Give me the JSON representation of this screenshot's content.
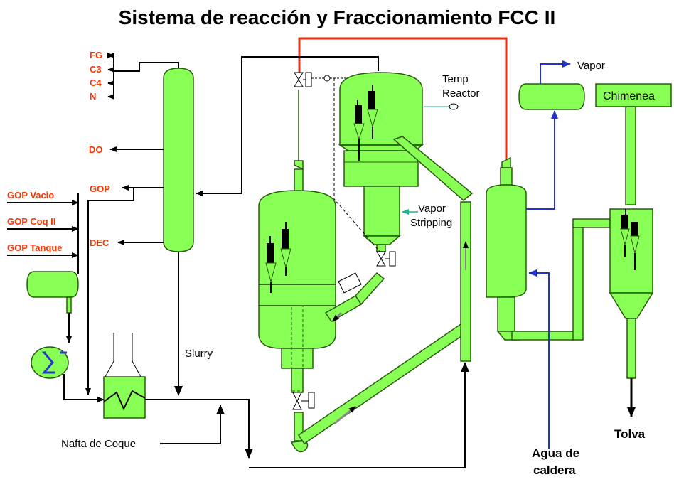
{
  "title": "Sistema de reacción y Fraccionamiento FCC II",
  "fractionator_outputs": [
    "FG",
    "C3",
    "C4",
    "N"
  ],
  "side_draws": {
    "do": "DO",
    "gop": "GOP",
    "dec": "DEC"
  },
  "feeds": [
    "GOP Vacio",
    "GOP Coq II",
    "GOP Tanque"
  ],
  "labels": {
    "slurry": "Slurry",
    "nafta": "Nafta de Coque",
    "temp_reactor_1": "Temp",
    "temp_reactor_2": "Reactor",
    "vapor_stripping_1": "Vapor",
    "vapor_stripping_2": "Stripping",
    "vapor": "Vapor",
    "chimenea": "Chimenea",
    "tolva": "Tolva",
    "agua_1": "Agua de",
    "agua_2": "caldera"
  },
  "colors": {
    "equipment": "#88ff55",
    "equipment_stroke": "#2a5a10",
    "line": "#000000",
    "flue_gas": "#e83010",
    "water_steam": "#2233cc",
    "product_text": "#ff3300"
  }
}
